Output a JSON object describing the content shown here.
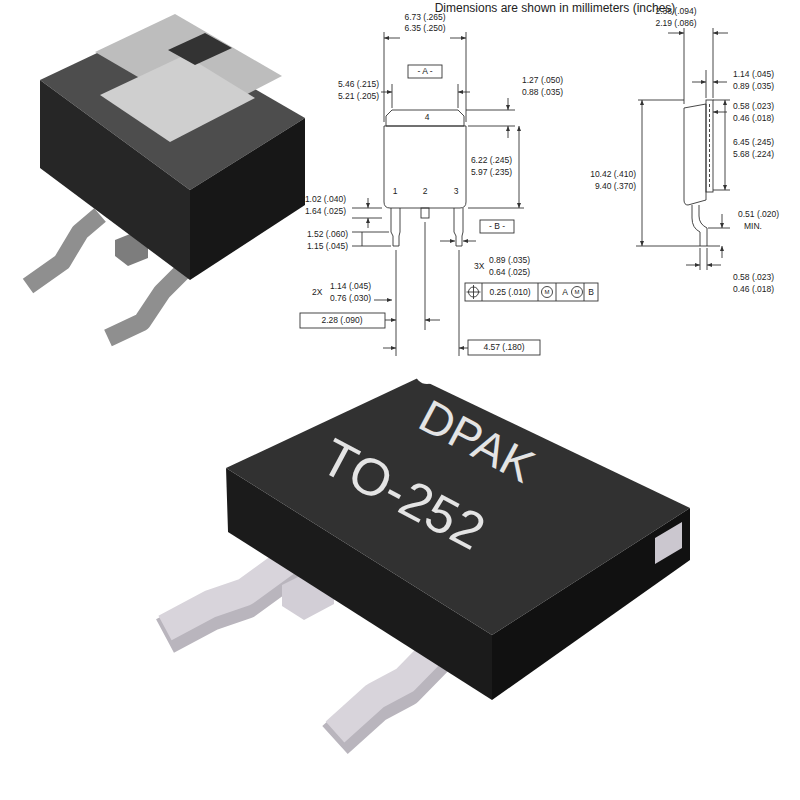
{
  "diagram": {
    "title": "Dimensions are shown in millimeters (inches)",
    "labels": [
      "6.73 (.265)",
      "6.35 (.250)",
      "- A -",
      "5.46 (.215)",
      "5.21 (.205)",
      "1.27 (.050)",
      "0.88 (.035)",
      "4",
      "6.22 (.245)",
      "5.97 (.235)",
      "1",
      "2",
      "3",
      "1.02 (.040)",
      "1.64 (.025)",
      "- B -",
      "1.52 (.060)",
      "1.15 (.045)",
      "3X",
      "0.89 (.035)",
      "0.64 (.025)",
      "2X",
      "1.14 (.045)",
      "0.76 (.030)",
      "0.25 (.010)",
      "M",
      "A",
      "M",
      "B",
      "2.28 (.090)",
      "4.57 (.180)",
      "2.38 (.094)",
      "2.19 (.086)",
      "1.14 (.045)",
      "0.89 (.035)",
      "0.58 (.023)",
      "0.46 (.018)",
      "6.45 (.245)",
      "5.68 (.224)",
      "10.42 (.410)",
      "9.40 (.370)",
      "0.51 (.020)",
      "MIN.",
      "0.58 (.023)",
      "0.46 (.018)",
      "DPAK",
      "TO-252"
    ]
  }
}
